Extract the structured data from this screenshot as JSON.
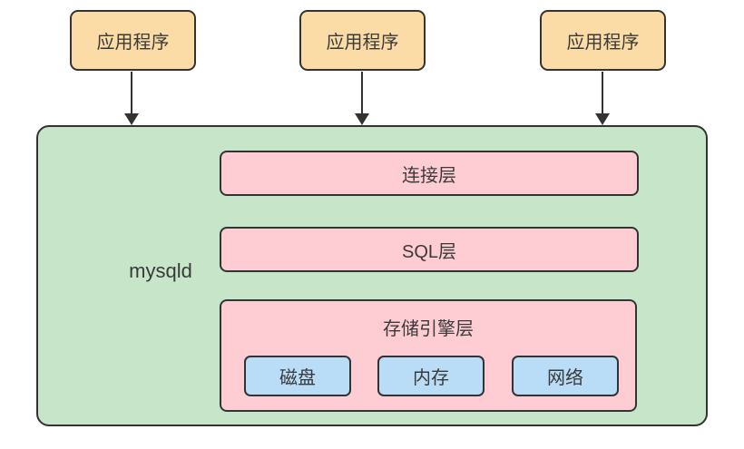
{
  "diagram": {
    "title": "MySQL mysqld architecture diagram",
    "app_boxes": [
      {
        "label": "应用程序"
      },
      {
        "label": "应用程序"
      },
      {
        "label": "应用程序"
      }
    ],
    "arrows": [
      {
        "name": "arrow-app-1-to-mysqld",
        "direction": "down"
      },
      {
        "name": "arrow-app-2-to-mysqld",
        "direction": "down"
      },
      {
        "name": "arrow-app-3-to-mysqld",
        "direction": "down"
      }
    ],
    "server": {
      "label": "mysqld",
      "layers": [
        {
          "label": "连接层"
        },
        {
          "label": "SQL层"
        },
        {
          "label": "存储引擎层",
          "children": [
            {
              "label": "磁盘"
            },
            {
              "label": "内存"
            },
            {
              "label": "网络"
            }
          ]
        }
      ]
    },
    "colors": {
      "canvas_bg": "#FFFFFF",
      "app_fill": "#FBDCA6",
      "server_fill": "#C7E5C9",
      "layer_fill": "#FECDD3",
      "resource_fill": "#B9DDF6",
      "border": "#333333",
      "text": "#3A3A3A"
    }
  }
}
